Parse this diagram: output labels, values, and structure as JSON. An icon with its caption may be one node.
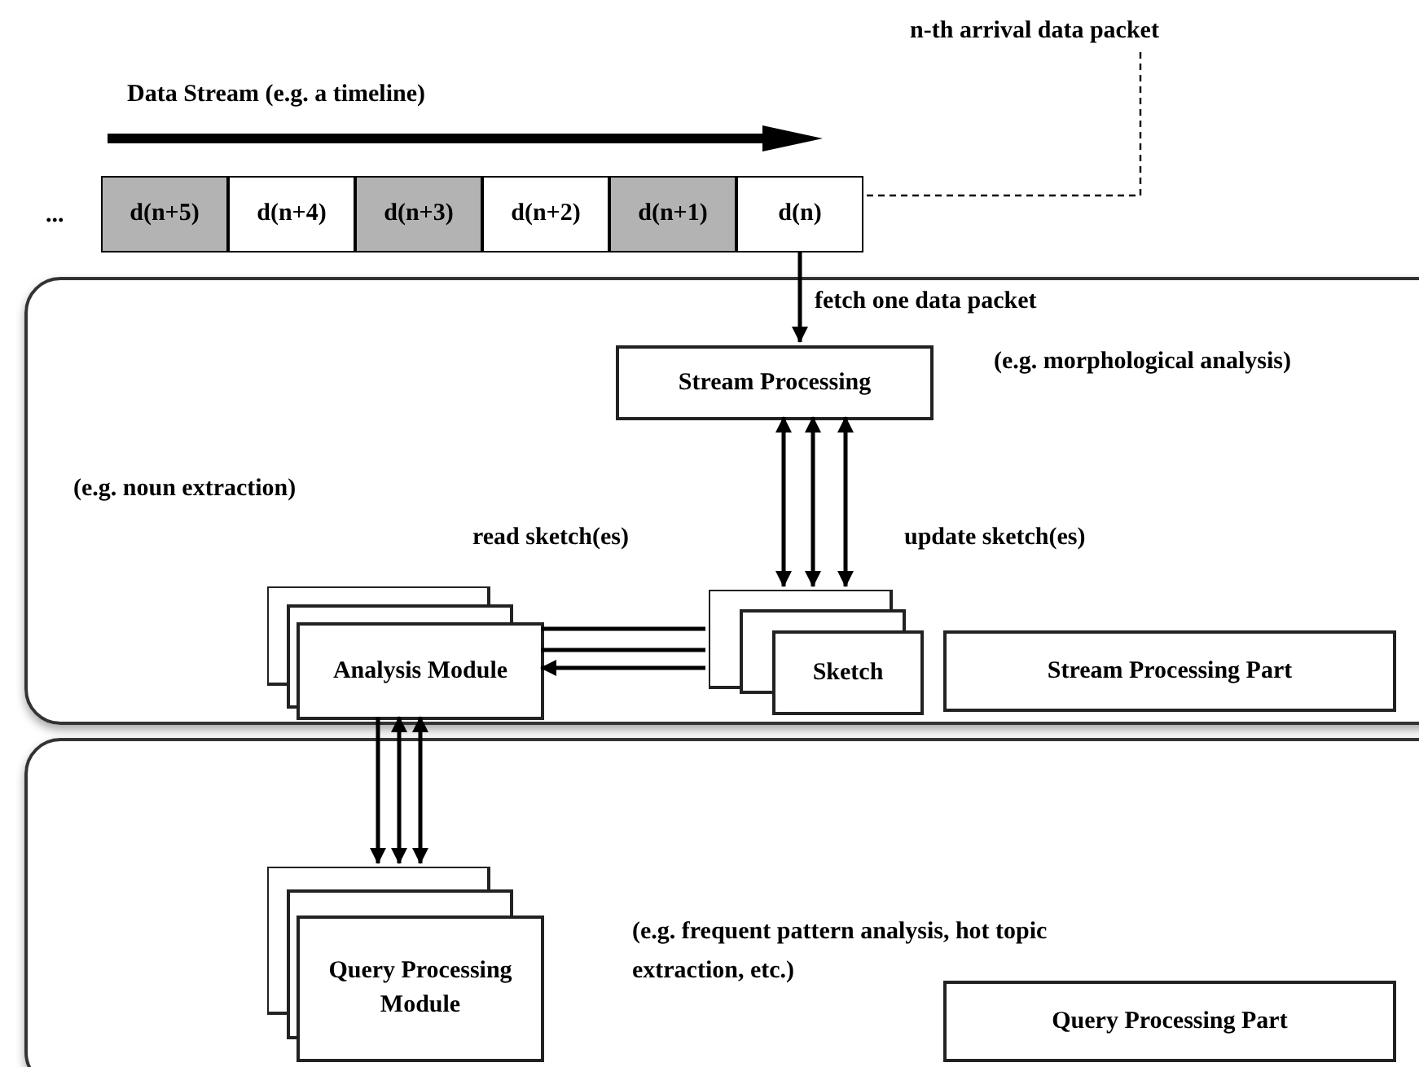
{
  "diagram": {
    "nodes": [
      {
        "text": [
          "n-th arrival data packet"
        ]
      },
      {
        "text": [
          "d(n+5)"
        ]
      },
      {
        "text": [
          "d(n+4)"
        ]
      },
      {
        "text": [
          "d(n+3)"
        ]
      },
      {
        "text": [
          "d(n+2)"
        ]
      },
      {
        "text": [
          "d(n+1)"
        ]
      },
      {
        "text": [
          "d(n)"
        ]
      },
      {
        "text": [],
        "shape": "box"
      },
      {
        "text": [
          "Stream Processing"
        ],
        "in": 7
      },
      {
        "text": [
          "Analysis Module"
        ],
        "in": 7
      },
      {
        "text": [
          "Sketch"
        ],
        "in": 7
      },
      {
        "text": [
          "Stream Processing Part"
        ],
        "in": 7
      },
      {
        "text": [],
        "shape": "box"
      },
      {
        "text": [
          "Query Processing Module"
        ],
        "in": 12
      },
      {
        "text": [
          "Query Processing Part"
        ],
        "in": 12
      }
    ],
    "edges": [
      {
        "from": 0,
        "to": 6,
        "arrow": "none",
        "style": "dashed"
      },
      {
        "from": 6,
        "to": 8,
        "arrow": "to",
        "label": "fetch one data packet"
      },
      {
        "from": 8,
        "to": 10,
        "arrow": "both"
      },
      {
        "from": 8,
        "to": 10,
        "arrow": "both"
      },
      {
        "from": 8,
        "to": 10,
        "arrow": "both"
      },
      {
        "from": 10,
        "to": 9,
        "arrow": "none"
      },
      {
        "from": 10,
        "to": 9,
        "arrow": "none"
      },
      {
        "from": 10,
        "to": 9,
        "arrow": "to"
      },
      {
        "from": 9,
        "to": 13,
        "arrow": "to"
      },
      {
        "from": 9,
        "to": 13,
        "arrow": "both"
      },
      {
        "from": 9,
        "to": 13,
        "arrow": "both"
      }
    ],
    "labels": [
      "...",
      "Data Stream (e.g. a timeline)",
      "(e.g. morphological analysis)",
      "(e.g. noun extraction)",
      "read sketch(es)",
      "update sketch(es)",
      "(e.g. frequent pattern analysis, hot topic extraction, etc.)"
    ]
  }
}
